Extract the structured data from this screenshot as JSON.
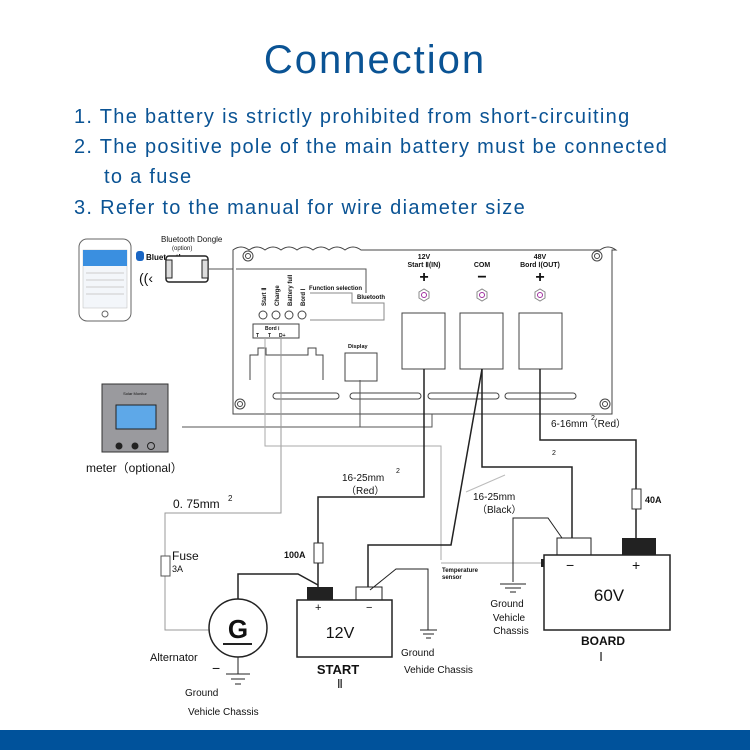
{
  "header": {
    "title": "Connection",
    "notes": [
      "1. The battery is strictly prohibited from short-circuiting",
      "2. The positive pole of the main battery must be connected",
      "to a fuse",
      "3. Refer to the manual for wire diameter size"
    ]
  },
  "diagram": {
    "bluetooth": {
      "brand": "Bluetooth",
      "dongle_label": "Bluetooth Dongle",
      "dongle_sub": "(option)"
    },
    "controller": {
      "terminals": [
        {
          "voltage": "12V",
          "name": "Start Ⅱ(IN)",
          "polarity": "+"
        },
        {
          "voltage": "",
          "name": "COM",
          "polarity": "−"
        },
        {
          "voltage": "48V",
          "name": "Bord Ⅰ(OUT)",
          "polarity": "+"
        }
      ],
      "leds": [
        "Start Ⅱ",
        "Charge",
        "Battery full",
        "Bord Ⅰ"
      ],
      "function_selection": "Function selection",
      "bluetooth_port": "Bluetooth",
      "bord_block": "Bord Ⅰ",
      "pins": [
        "T",
        "T",
        "D+"
      ],
      "display_port": "Display"
    },
    "meter": {
      "label": "meter（optional）",
      "screen_title": "Solar Monitor"
    },
    "wires": {
      "signal": "0. 75mm",
      "signal_sup": "2",
      "start_pos": "16-25mm",
      "start_pos_sup": "2",
      "start_pos_color": "（Red）",
      "com": "16-25mm",
      "com_color": "（Black）",
      "board_pos": "6-16mm（Red）",
      "board_pos_sup": "2",
      "stray_sup": "2"
    },
    "fuses": {
      "signal_fuse": "Fuse",
      "signal_rating": "3A",
      "start_fuse": "100A",
      "board_fuse": "40A"
    },
    "alternator": {
      "symbol": "G",
      "label": "Alternator",
      "neg": "−"
    },
    "start_battery": {
      "voltage": "12V",
      "label": "START",
      "roman": "Ⅱ",
      "pos": "+",
      "neg": "−"
    },
    "board_battery": {
      "voltage": "60V",
      "label": "BOARD",
      "roman": "Ⅰ",
      "pos": "+",
      "neg": "−"
    },
    "temperature_sensor": [
      "Temperature",
      "sensor"
    ],
    "grounds": {
      "alternator": [
        "Ground",
        "Vehicle  Chassis"
      ],
      "start": [
        "Ground",
        "Vehide  Chassis"
      ],
      "board": [
        "Ground",
        "Vehicle",
        "Chassis"
      ]
    }
  }
}
